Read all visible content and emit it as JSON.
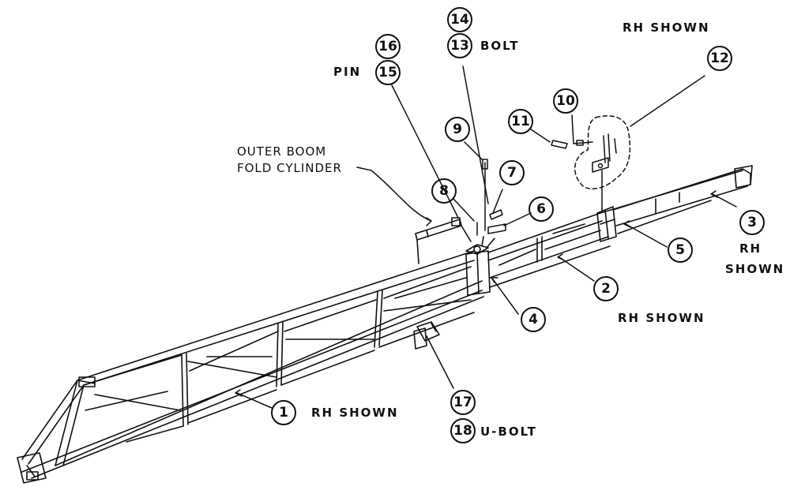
{
  "labels": {
    "rh_shown_top": "RH SHOWN",
    "bolt": "BOLT",
    "pin": "PIN",
    "outer_boom_line1": "OUTER BOOM",
    "outer_boom_line2": "FOLD CYLINDER",
    "rh_3_line1": "RH",
    "rh_3_line2": "SHOWN",
    "rh_shown_2": "RH SHOWN",
    "rh_shown_1": "RH SHOWN",
    "u_bolt": "U-BOLT"
  },
  "callouts": {
    "c1": "1",
    "c2": "2",
    "c3": "3",
    "c4": "4",
    "c5": "5",
    "c6": "6",
    "c7": "7",
    "c8": "8",
    "c9": "9",
    "c10": "10",
    "c11": "11",
    "c12": "12",
    "c13": "13",
    "c14": "14",
    "c15": "15",
    "c16": "16",
    "c17": "17",
    "c18": "18"
  },
  "colors": {
    "line": "#111111",
    "background": "#ffffff"
  }
}
